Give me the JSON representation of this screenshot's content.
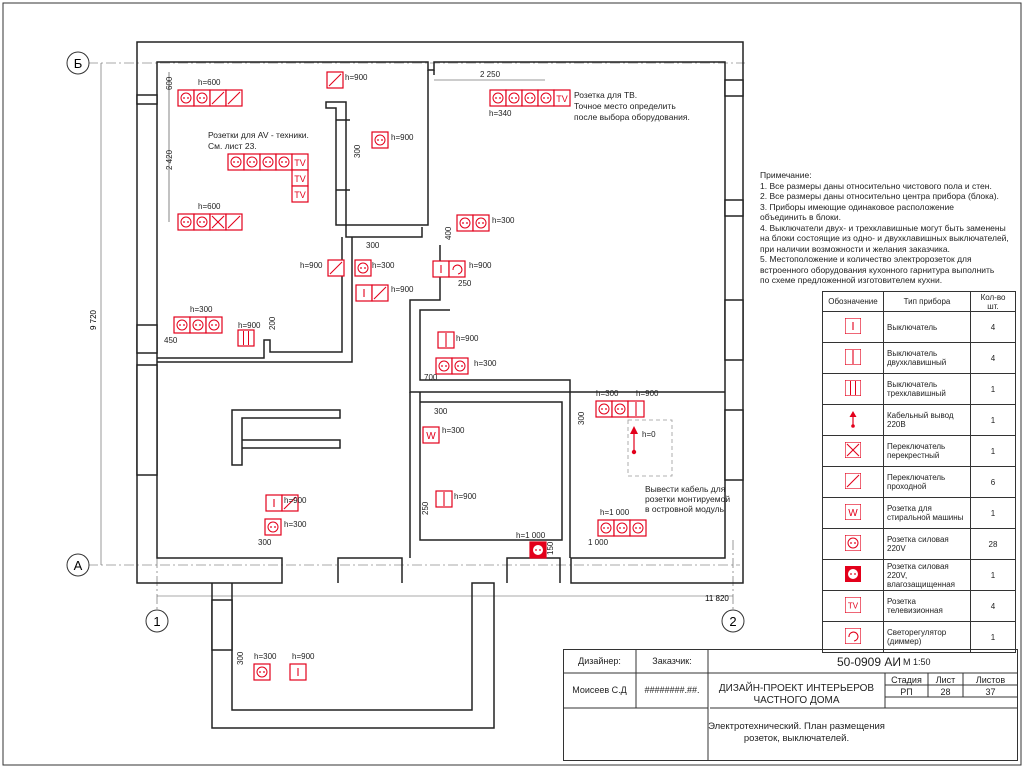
{
  "axes": {
    "b": "Б",
    "a": "А",
    "one": "1",
    "two": "2"
  },
  "dims": {
    "total_height": "9 720",
    "total_width": "11 820",
    "d600": "600",
    "d2420": "2 420",
    "d2250": "2 250",
    "d300a": "300",
    "d300b": "300",
    "d400": "400",
    "d250a": "250",
    "d200": "200",
    "d450": "450",
    "d700": "700",
    "d300c": "300",
    "d300d": "300",
    "d250b": "250",
    "d150": "150",
    "d1000": "1 000",
    "d300e": "300",
    "d300f": "300"
  },
  "heights": {
    "h600a": "h=600",
    "h900a": "h=900",
    "h900b": "h=900",
    "h340": "h=340",
    "h600b": "h=600",
    "h300a": "h=300",
    "h900c": "h=900",
    "h300b": "h=300",
    "h900d": "h=900",
    "h900e": "h=900",
    "h300c": "h=300",
    "h900f": "h=900",
    "h900g": "h=900",
    "h300d": "h=300",
    "h300e": "h=300",
    "h900h": "h=900",
    "h0": "h=0",
    "h300f": "h=300",
    "h900i": "h=900",
    "h300g": "h=300",
    "h900j": "h=900",
    "h1000a": "h=1 000",
    "h1000b": "h=1 000",
    "h300h": "h=300",
    "h900k": "h=900"
  },
  "callouts": {
    "av1": "Розетки для AV - техники.",
    "av2": "См. лист 23.",
    "tv1": "Розетка для ТВ.",
    "tv2": "Точное место определить",
    "tv3": "после выбора оборудования.",
    "isl1": "Вывести кабель для",
    "isl2": "розетки монтируемой",
    "isl3": "в островной модуль"
  },
  "notes": {
    "title": "Примечание:",
    "n1": "1. Все размеры даны относительно чистового пола и стен.",
    "n2": "2. Все размеры даны относительно центра прибора (блока).",
    "n3a": "3. Приборы имеющие одинаковое расположение",
    "n3b": "объединить в блоки.",
    "n4a": "4. Выключатели двух- и трехклавишные могут быть заменены",
    "n4b": "на блоки состоящие из одно- и двухклавишных выключателей,",
    "n4c": "при наличии возможности и желания заказчика.",
    "n5a": "5. Местоположение и количество электророзеток для",
    "n5b": "встроенного оборудования кухонного гарнитура выполнить",
    "n5c": "по схеме предложенной изготовителем кухни."
  },
  "legend": {
    "h_sym": "Обозначение",
    "h_type": "Тип прибора",
    "h_cnt": "Кол-во шт.",
    "rows": [
      {
        "sym": "switch-1",
        "type": "Выключатель",
        "count": "4"
      },
      {
        "sym": "switch-2",
        "type": "Выключатель двухклавишный",
        "count": "4"
      },
      {
        "sym": "switch-3",
        "type": "Выключатель трехклавишный",
        "count": "1"
      },
      {
        "sym": "cable",
        "type": "Кабельный вывод 220В",
        "count": "1"
      },
      {
        "sym": "cross",
        "type": "Переключатель перекрестный",
        "count": "1"
      },
      {
        "sym": "pass",
        "type": "Переключатель проходной",
        "count": "6"
      },
      {
        "sym": "washer",
        "type": "Розетка для стиральной машины",
        "count": "1"
      },
      {
        "sym": "socket",
        "type": "Розетка силовая 220V",
        "count": "28"
      },
      {
        "sym": "socket-wet",
        "type": "Розетка силовая 220V, влагозащищенная",
        "count": "1"
      },
      {
        "sym": "tv",
        "type": "Розетка телевизионная",
        "count": "4"
      },
      {
        "sym": "dimmer",
        "type": "Светорегулятор (диммер)",
        "count": "1"
      }
    ]
  },
  "stamp": {
    "designer_lbl": "Дизайнер:",
    "client_lbl": "Заказчик:",
    "designer": "Моисеев С.Д",
    "client": "########.##.",
    "code": "50-0909 АИ",
    "scale": "М 1:50",
    "stage_lbl": "Стадия",
    "sheet_lbl": "Лист",
    "sheets_lbl": "Листов",
    "stage": "РП",
    "sheet": "28",
    "sheets": "37",
    "project1": "ДИЗАЙН-ПРОЕКТ ИНТЕРЬЕРОВ",
    "project2": "ЧАСТНОГО ДОМА",
    "title1": "Электротехнический. План размещения",
    "title2": "розеток, выключателей."
  },
  "symbols": {
    "tv": "TV",
    "w": "W"
  },
  "colors": {
    "symbol": "#e3001b",
    "wall": "#222222"
  }
}
